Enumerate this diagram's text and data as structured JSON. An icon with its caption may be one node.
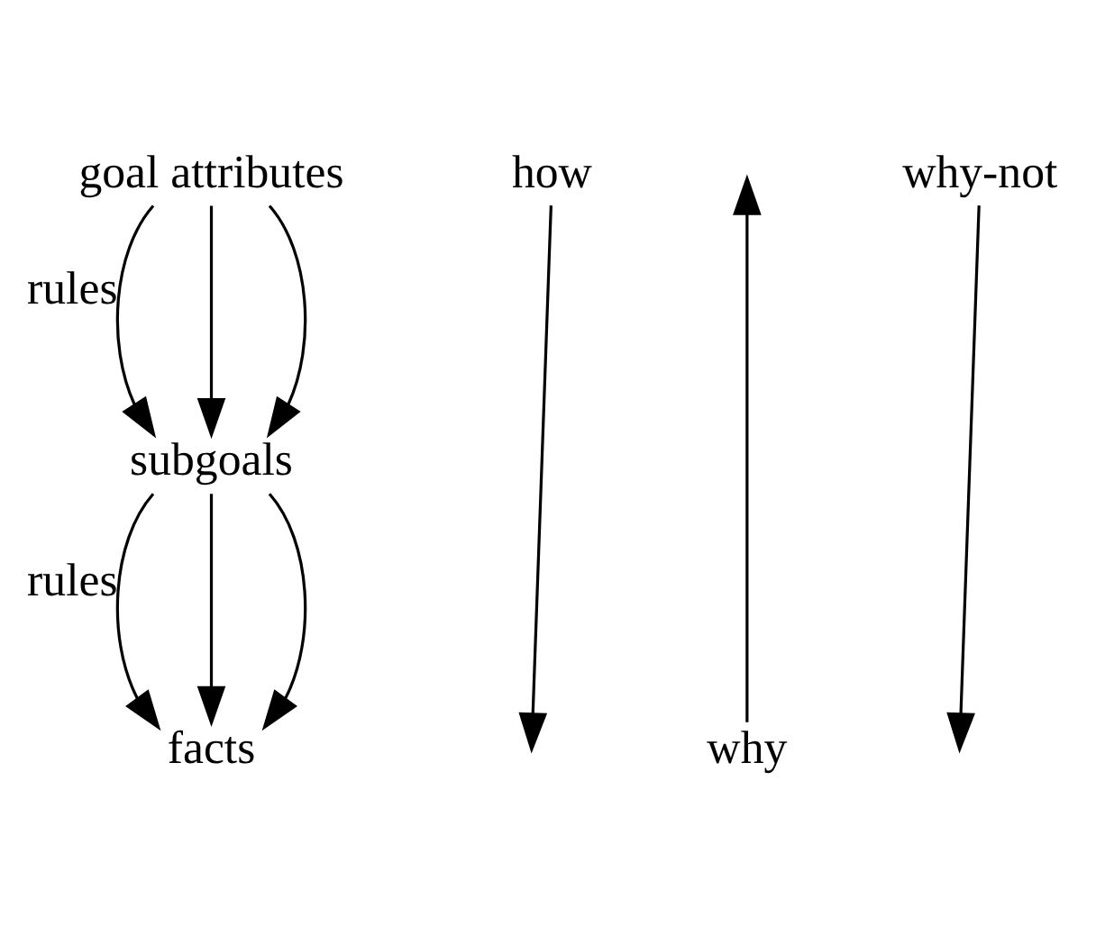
{
  "diagram": {
    "nodes": [
      {
        "text": [
          "goal attributes"
        ]
      },
      {
        "text": [
          "subgoals"
        ]
      },
      {
        "text": [
          "facts"
        ]
      },
      {
        "text": [
          "how"
        ]
      },
      {
        "text": [
          "why-not"
        ]
      },
      {
        "text": [
          "why"
        ]
      }
    ],
    "edges": [
      {
        "from": 0,
        "to": 1,
        "arrow": "to",
        "label": "rules"
      },
      {
        "from": 0,
        "to": 1,
        "arrow": "to"
      },
      {
        "from": 0,
        "to": 1,
        "arrow": "to"
      },
      {
        "from": 1,
        "to": 2,
        "arrow": "to",
        "label": "rules"
      },
      {
        "from": 1,
        "to": 2,
        "arrow": "to"
      },
      {
        "from": 1,
        "to": 2,
        "arrow": "to"
      },
      {
        "from": 3,
        "to": null,
        "arrow": "to"
      },
      {
        "from": 5,
        "to": null,
        "arrow": "to"
      },
      {
        "from": 4,
        "to": null,
        "arrow": "to"
      }
    ]
  }
}
